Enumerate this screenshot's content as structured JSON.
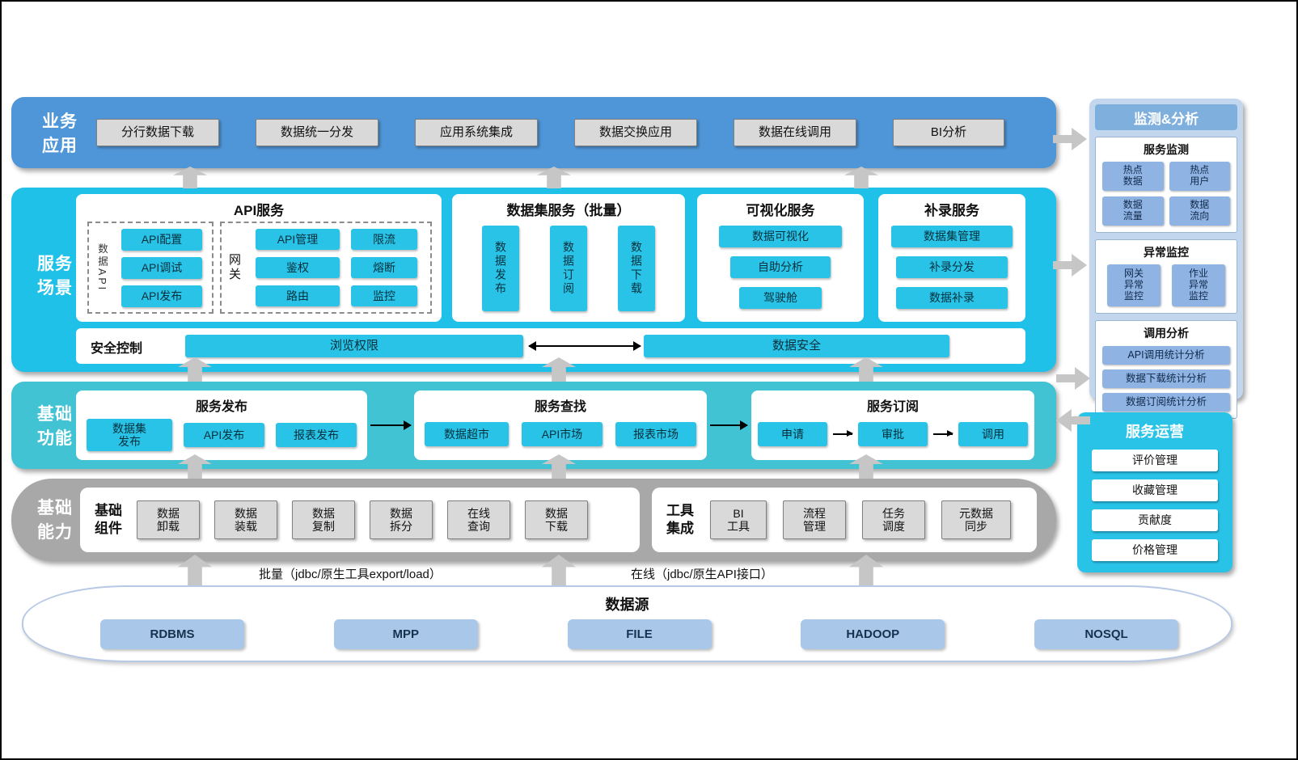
{
  "business": {
    "label": "业务\n应用",
    "items": [
      "分行数据下载",
      "数据统一分发",
      "应用系统集成",
      "数据交换应用",
      "数据在线调用",
      "BI分析"
    ]
  },
  "scene": {
    "label": "服务\n场景",
    "api_title": "API服务",
    "data_api_label": "数据API",
    "data_api_items": [
      "API配置",
      "API调试",
      "API发布"
    ],
    "gateway_label": "网关",
    "gateway_items": [
      "API管理",
      "限流",
      "鉴权",
      "熔断",
      "路由",
      "监控"
    ],
    "dataset_title": "数据集服务（批量）",
    "dataset_items": [
      "数据发布",
      "数据订阅",
      "数据下载"
    ],
    "visual_title": "可视化服务",
    "visual_items": [
      "数据可视化",
      "自助分析",
      "驾驶舱"
    ],
    "supplement_title": "补录服务",
    "supplement_items": [
      "数据集管理",
      "补录分发",
      "数据补录"
    ],
    "security_label": "安全控制",
    "security_left": "浏览权限",
    "security_right": "数据安全"
  },
  "function": {
    "label": "基础\n功能",
    "publish_title": "服务发布",
    "publish_items": [
      "数据集\n发布",
      "API发布",
      "报表发布"
    ],
    "search_title": "服务查找",
    "search_items": [
      "数据超市",
      "API市场",
      "报表市场"
    ],
    "subscribe_title": "服务订阅",
    "subscribe_items": [
      "申请",
      "审批",
      "调用"
    ]
  },
  "ability": {
    "label": "基础\n能力",
    "component_label": "基础\n组件",
    "component_items": [
      "数据\n卸载",
      "数据\n装载",
      "数据\n复制",
      "数据\n拆分",
      "在线\n查询",
      "数据\n下载"
    ],
    "tool_label": "工具\n集成",
    "tool_items": [
      "BI\n工具",
      "流程\n管理",
      "任务\n调度",
      "元数据\n同步"
    ]
  },
  "connectors": {
    "batch": "批量（jdbc/原生工具export/load）",
    "online": "在线（jdbc/原生API接口）"
  },
  "datasource": {
    "title": "数据源",
    "items": [
      "RDBMS",
      "MPP",
      "FILE",
      "HADOOP",
      "NOSQL"
    ]
  },
  "monitor": {
    "title": "监测&分析",
    "service_title": "服务监测",
    "service_items": [
      "热点\n数据",
      "热点\n用户",
      "数据\n流量",
      "数据\n流向"
    ],
    "abnormal_title": "异常监控",
    "abnormal_items": [
      "网关\n异常\n监控",
      "作业\n异常\n监控"
    ],
    "analysis_title": "调用分析",
    "analysis_items": [
      "API调用统计分析",
      "数据下载统计分析",
      "数据订阅统计分析"
    ]
  },
  "operation": {
    "title": "服务运营",
    "items": [
      "评价管理",
      "收藏管理",
      "贡献度",
      "价格管理"
    ]
  },
  "colors": {
    "business_blue": "#4f96d8",
    "scene_cyan": "#1fc1e8",
    "function_teal": "#41c3d4",
    "ability_gray": "#a8a8a8",
    "panel_blue": "#7fb0dd",
    "button_cyan": "#29c3e8",
    "button_gray": "#d9d9d9",
    "button_blue": "#8fb4e3",
    "datasource_blue": "#a9c7e9"
  }
}
